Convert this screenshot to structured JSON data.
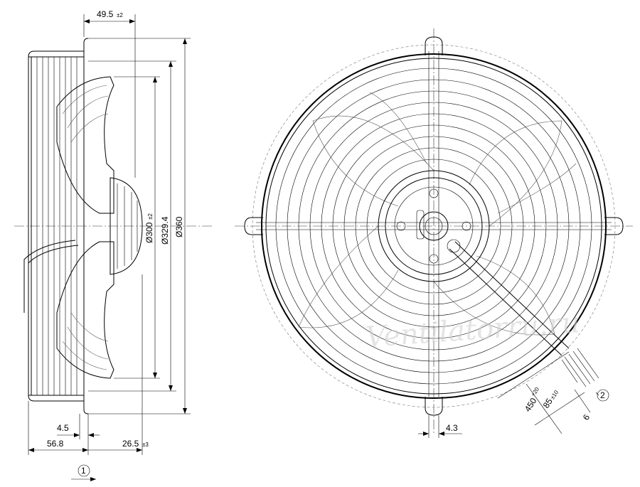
{
  "side_view": {
    "dim_top": {
      "value": "49.5",
      "tol": "±2"
    },
    "dim_d300": {
      "value": "Ø300",
      "tol": "±2"
    },
    "dim_d329": {
      "value": "Ø329.4"
    },
    "dim_d360": {
      "value": "Ø360"
    },
    "dim_45": {
      "value": "4.5"
    },
    "dim_568": {
      "value": "56.8"
    },
    "dim_265": {
      "value": "26.5",
      "tol": "±3"
    },
    "callout_1": "1"
  },
  "front_view": {
    "dim_43": {
      "value": "4.3"
    },
    "dim_85": {
      "value": "85",
      "tol": "±10"
    },
    "dim_450": {
      "value": "450",
      "tol": "+20"
    },
    "dim_6": {
      "value": "6"
    },
    "callout_2": "2"
  },
  "watermark": "Ventilatorru.ru"
}
